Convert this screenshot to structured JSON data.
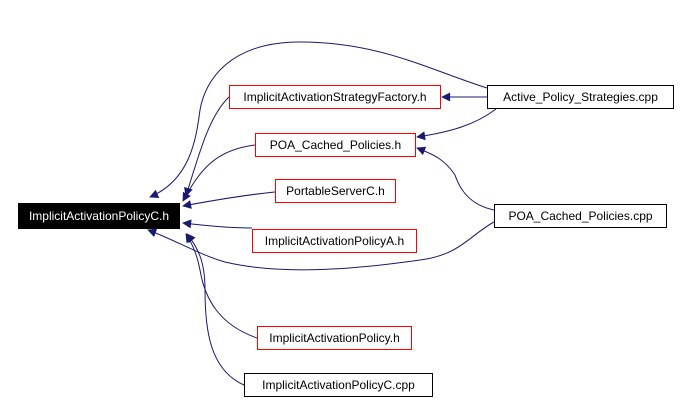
{
  "diagram": {
    "type": "include-dependency-graph",
    "root": {
      "id": "root",
      "label": "ImplicitActivationPolicyC.h"
    },
    "nodes": [
      {
        "id": "iasf_h",
        "label": "ImplicitActivationStrategyFactory.h",
        "border": "red"
      },
      {
        "id": "poa_cp_h",
        "label": "POA_Cached_Policies.h",
        "border": "red"
      },
      {
        "id": "psc_h",
        "label": "PortableServerC.h",
        "border": "red"
      },
      {
        "id": "iapa_h",
        "label": "ImplicitActivationPolicyA.h",
        "border": "red"
      },
      {
        "id": "iap_h",
        "label": "ImplicitActivationPolicy.h",
        "border": "red"
      },
      {
        "id": "iapc_cpp",
        "label": "ImplicitActivationPolicyC.cpp",
        "border": "black"
      },
      {
        "id": "aps_cpp",
        "label": "Active_Policy_Strategies.cpp",
        "border": "black"
      },
      {
        "id": "poa_cp_cpp",
        "label": "POA_Cached_Policies.cpp",
        "border": "black"
      }
    ],
    "edges": [
      {
        "from": "iasf_h",
        "to": "root"
      },
      {
        "from": "poa_cp_h",
        "to": "root"
      },
      {
        "from": "psc_h",
        "to": "root"
      },
      {
        "from": "iapa_h",
        "to": "root"
      },
      {
        "from": "iap_h",
        "to": "root"
      },
      {
        "from": "iapc_cpp",
        "to": "root"
      },
      {
        "from": "aps_cpp",
        "to": "root"
      },
      {
        "from": "poa_cp_cpp",
        "to": "root"
      },
      {
        "from": "aps_cpp",
        "to": "iasf_h"
      },
      {
        "from": "aps_cpp",
        "to": "poa_cp_h"
      },
      {
        "from": "poa_cp_cpp",
        "to": "poa_cp_h"
      }
    ],
    "colors": {
      "edge": "#191970",
      "header_border": "#ff0000",
      "source_border": "#000000",
      "root_fill": "#000000",
      "root_text": "#ffffff"
    }
  }
}
